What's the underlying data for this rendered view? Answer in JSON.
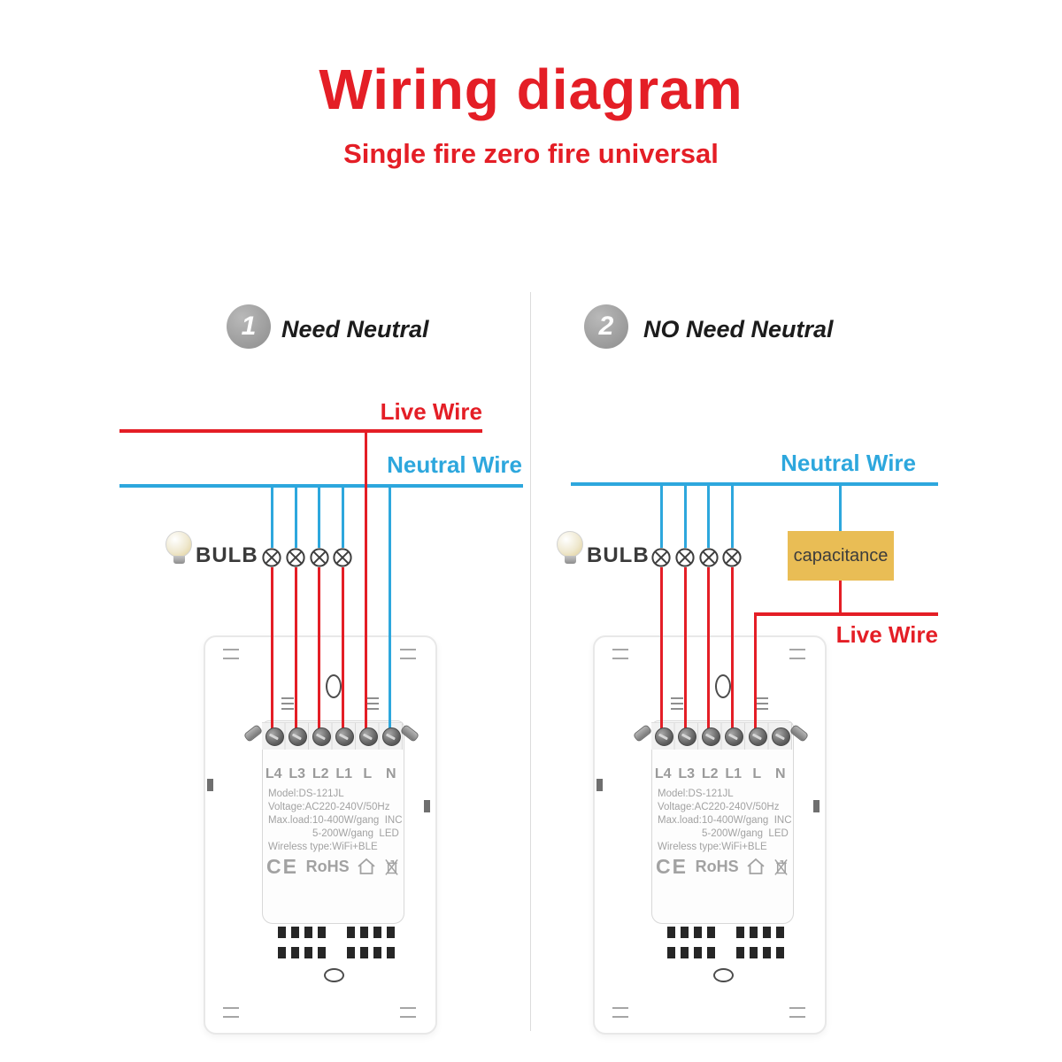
{
  "page": {
    "title": "Wiring diagram",
    "subtitle": "Single fire zero fire universal"
  },
  "colors": {
    "accent_red": "#e41e26",
    "accent_blue": "#2da7dd",
    "capacitance_yellow": "#e9bd55",
    "device_print_gray": "#a2a2a2"
  },
  "panels": [
    {
      "number": "1",
      "heading": "Need Neutral",
      "bulb_label": "BULB",
      "live_wire_label": "Live Wire",
      "neutral_wire_label": "Neutral Wire"
    },
    {
      "number": "2",
      "heading": "NO Need Neutral",
      "bulb_label": "BULB",
      "live_wire_label": "Live Wire",
      "neutral_wire_label": "Neutral Wire",
      "capacitance_label": "capacitance"
    }
  ],
  "device": {
    "terminals": [
      "L4",
      "L3",
      "L2",
      "L1",
      "L",
      "N"
    ],
    "specs": [
      "Model:DS-121JL",
      "Voltage:AC220-240V/50Hz",
      "Max.load:10-400W/gang  INC",
      "5-200W/gang  LED",
      "Wireless type:WiFi+BLE"
    ],
    "certifications": {
      "ce": "CE",
      "rohs": "RoHS"
    },
    "icons": [
      "house-icon",
      "crossed-bin-icon",
      "lamp-cross-symbol",
      "bulb-icon"
    ]
  }
}
